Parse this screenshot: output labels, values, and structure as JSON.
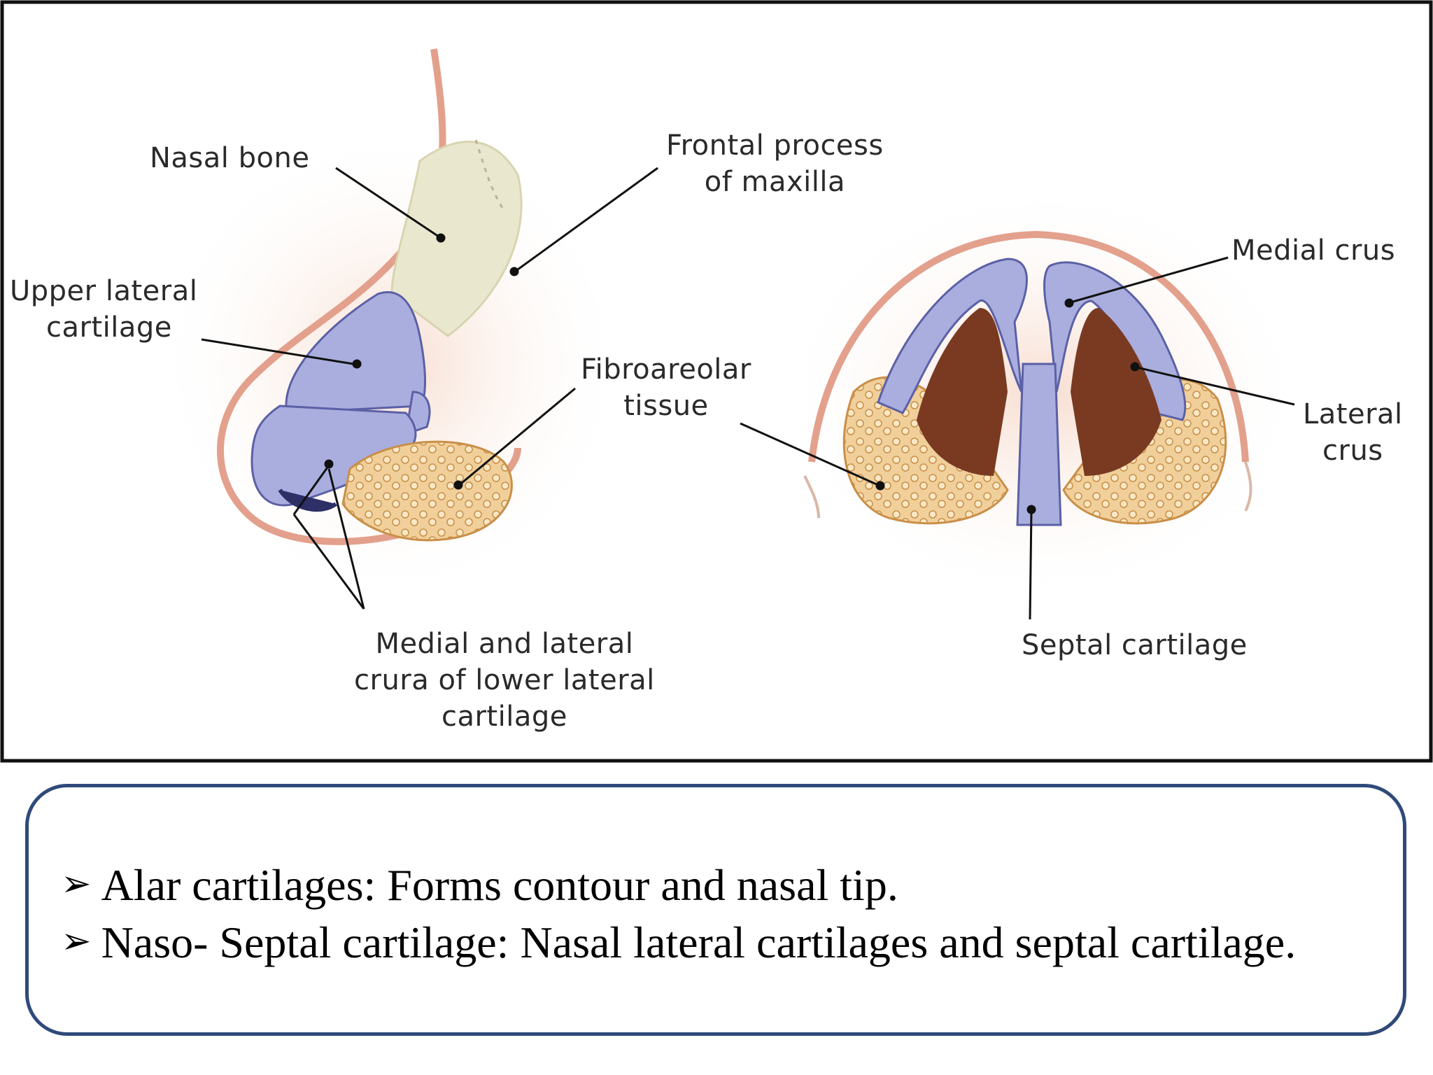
{
  "labels": {
    "nasal_bone": "Nasal bone",
    "frontal_process_1": "Frontal process",
    "frontal_process_2": "of maxilla",
    "upper_lateral_1": "Upper lateral",
    "upper_lateral_2": "cartilage",
    "fibroareolar_1": "Fibroareolar",
    "fibroareolar_2": "tissue",
    "medial_crus": "Medial crus",
    "lateral_crus_1": "Lateral",
    "lateral_crus_2": "crus",
    "crura_1": "Medial and lateral",
    "crura_2": "crura of lower lateral",
    "crura_3": "cartilage",
    "septal": "Septal cartilage"
  },
  "notes": {
    "marker": "➢",
    "items": [
      "Alar cartilages: Forms contour and nasal tip.",
      "Naso- Septal cartilage: Nasal lateral cartilages and septal cartilage."
    ]
  },
  "colors": {
    "skin_outline": "#e3a08c",
    "cartilage": "#a9aede",
    "bone": "#e9e8cf",
    "fibrofatty": "#e8b873",
    "nostril": "#7a3a22",
    "frame_border": "#2f4a7a"
  }
}
